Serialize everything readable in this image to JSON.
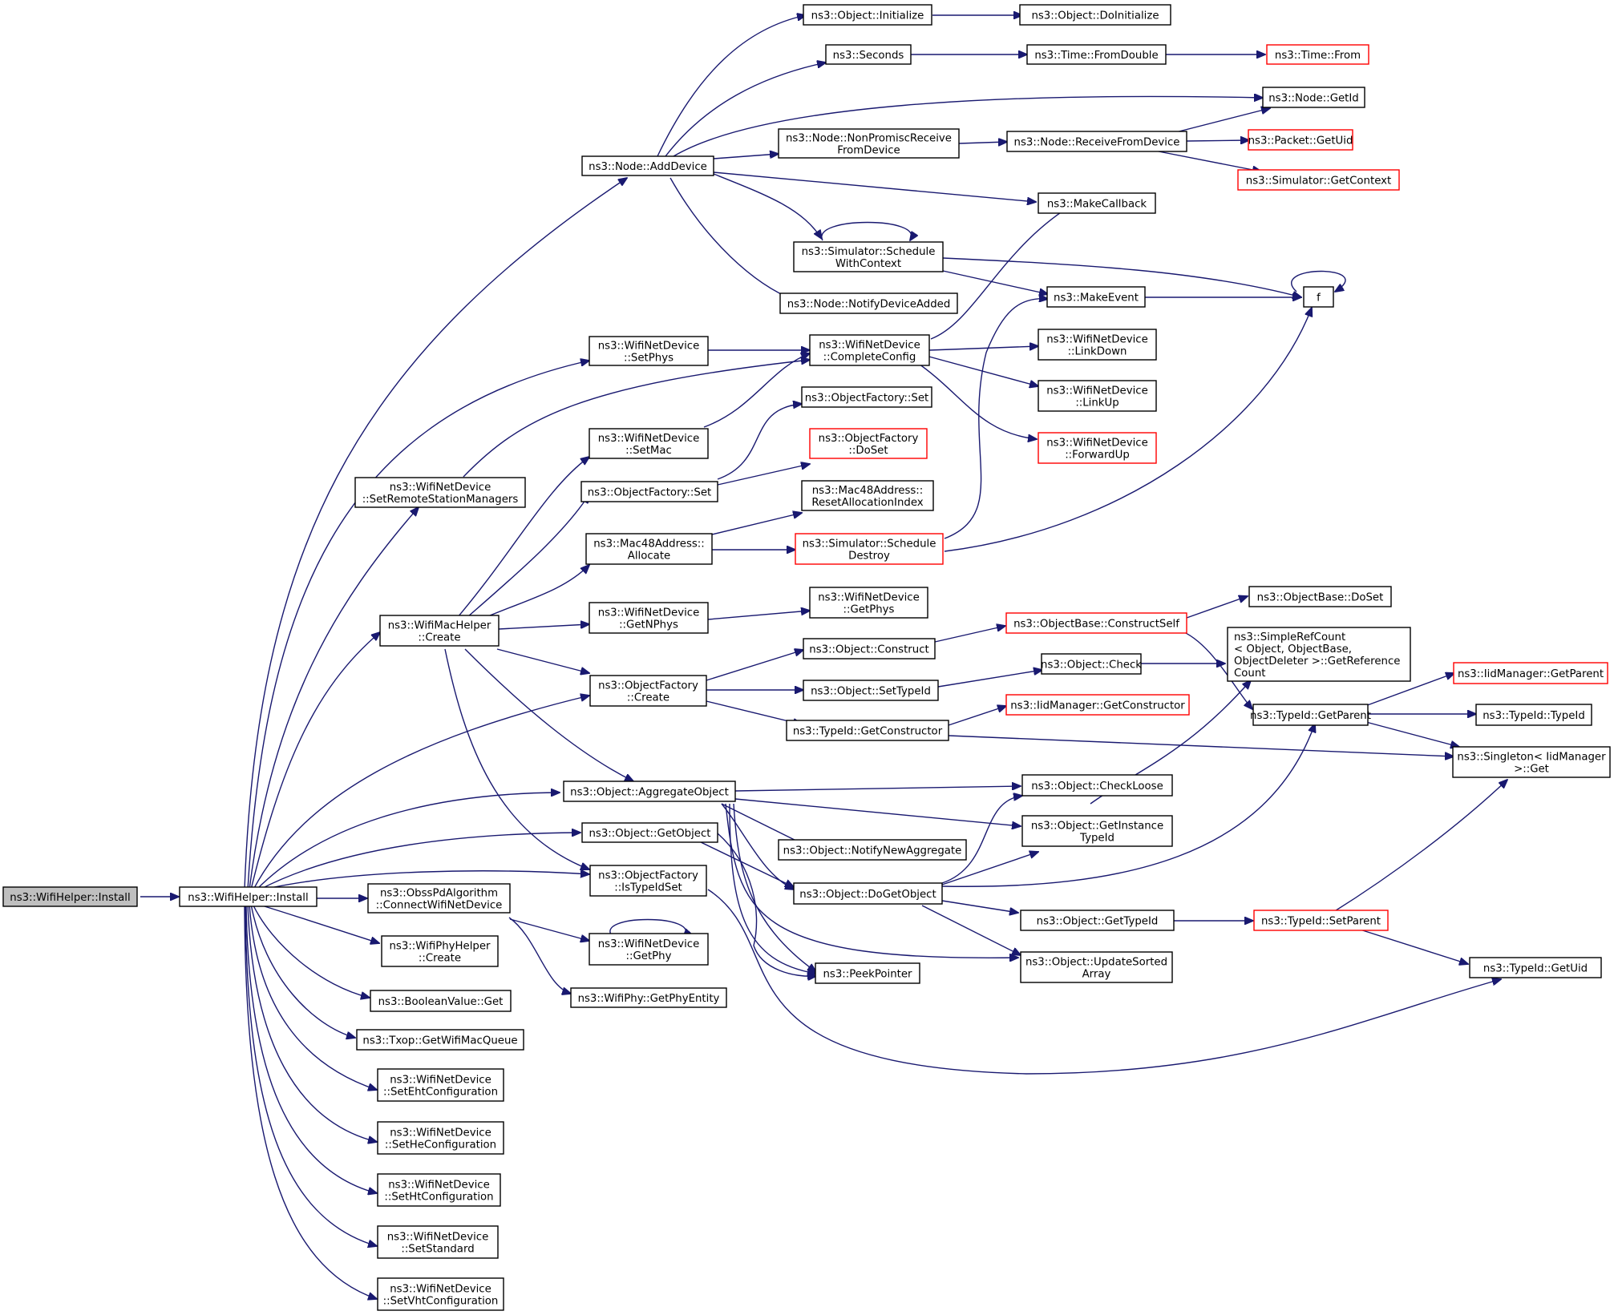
{
  "diagram": {
    "colors": {
      "edge": "#191970",
      "node_border": "#000000",
      "node_border_red": "#ff0000",
      "root_fill": "#bfbfbf",
      "node_fill": "#ffffff",
      "text": "#000000"
    },
    "nodes": [
      {
        "id": "root",
        "lines": [
          "ns3::WifiHelper::Install"
        ],
        "style": "root"
      },
      {
        "id": "install",
        "lines": [
          "ns3::WifiHelper::Install"
        ],
        "style": "normal"
      },
      {
        "id": "adddevice",
        "lines": [
          "ns3::Node::AddDevice"
        ],
        "style": "normal"
      },
      {
        "id": "initialize",
        "lines": [
          "ns3::Object::Initialize"
        ],
        "style": "normal"
      },
      {
        "id": "doinitialize",
        "lines": [
          "ns3::Object::DoInitialize"
        ],
        "style": "normal"
      },
      {
        "id": "seconds",
        "lines": [
          "ns3::Seconds"
        ],
        "style": "normal"
      },
      {
        "id": "fromdouble",
        "lines": [
          "ns3::Time::FromDouble"
        ],
        "style": "normal"
      },
      {
        "id": "timefrom",
        "lines": [
          "ns3::Time::From"
        ],
        "style": "red"
      },
      {
        "id": "getid",
        "lines": [
          "ns3::Node::GetId"
        ],
        "style": "normal"
      },
      {
        "id": "nonpromisc",
        "lines": [
          "ns3::Node::NonPromiscReceive",
          "FromDevice"
        ],
        "style": "normal"
      },
      {
        "id": "receivefrom",
        "lines": [
          "ns3::Node::ReceiveFromDevice"
        ],
        "style": "normal"
      },
      {
        "id": "getuid",
        "lines": [
          "ns3::Packet::GetUid"
        ],
        "style": "red"
      },
      {
        "id": "getcontext",
        "lines": [
          "ns3::Simulator::GetContext"
        ],
        "style": "red"
      },
      {
        "id": "makecallback",
        "lines": [
          "ns3::MakeCallback"
        ],
        "style": "normal"
      },
      {
        "id": "schedwctx",
        "lines": [
          "ns3::Simulator::Schedule",
          "WithContext"
        ],
        "style": "normal"
      },
      {
        "id": "f",
        "lines": [
          "f"
        ],
        "style": "normal"
      },
      {
        "id": "makeevent",
        "lines": [
          "ns3::MakeEvent"
        ],
        "style": "normal"
      },
      {
        "id": "notifyadded",
        "lines": [
          "ns3::Node::NotifyDeviceAdded"
        ],
        "style": "normal"
      },
      {
        "id": "setphys",
        "lines": [
          "ns3::WifiNetDevice",
          "::SetPhys"
        ],
        "style": "normal"
      },
      {
        "id": "completecfg",
        "lines": [
          "ns3::WifiNetDevice",
          "::CompleteConfig"
        ],
        "style": "normal"
      },
      {
        "id": "linkdown",
        "lines": [
          "ns3::WifiNetDevice",
          "::LinkDown"
        ],
        "style": "normal"
      },
      {
        "id": "linkup",
        "lines": [
          "ns3::WifiNetDevice",
          "::LinkUp"
        ],
        "style": "normal"
      },
      {
        "id": "forwardup",
        "lines": [
          "ns3::WifiNetDevice",
          "::ForwardUp"
        ],
        "style": "red"
      },
      {
        "id": "ofset_top",
        "lines": [
          "ns3::ObjectFactory::Set"
        ],
        "style": "normal"
      },
      {
        "id": "setmac",
        "lines": [
          "ns3::WifiNetDevice",
          "::SetMac"
        ],
        "style": "normal"
      },
      {
        "id": "ofdoset",
        "lines": [
          "ns3::ObjectFactory",
          "::DoSet"
        ],
        "style": "red"
      },
      {
        "id": "setremote",
        "lines": [
          "ns3::WifiNetDevice",
          "::SetRemoteStationManagers"
        ],
        "style": "normal"
      },
      {
        "id": "ofset",
        "lines": [
          "ns3::ObjectFactory::Set"
        ],
        "style": "normal"
      },
      {
        "id": "resetalloc",
        "lines": [
          "ns3::Mac48Address::",
          "ResetAllocationIndex"
        ],
        "style": "normal"
      },
      {
        "id": "allocate",
        "lines": [
          "ns3::Mac48Address::",
          "Allocate"
        ],
        "style": "normal"
      },
      {
        "id": "scheddestroy",
        "lines": [
          "ns3::Simulator::Schedule",
          "Destroy"
        ],
        "style": "red"
      },
      {
        "id": "getnphys",
        "lines": [
          "ns3::WifiNetDevice",
          "::GetNPhys"
        ],
        "style": "normal"
      },
      {
        "id": "getphys",
        "lines": [
          "ns3::WifiNetDevice",
          "::GetPhys"
        ],
        "style": "normal"
      },
      {
        "id": "objbasedoset",
        "lines": [
          "ns3::ObjectBase::DoSet"
        ],
        "style": "normal"
      },
      {
        "id": "macheplercreate",
        "lines": [
          "ns3::WifiMacHelper",
          "::Create"
        ],
        "style": "normal"
      },
      {
        "id": "constructself",
        "lines": [
          "ns3::ObjectBase::ConstructSelf"
        ],
        "style": "red"
      },
      {
        "id": "objconstruct",
        "lines": [
          "ns3::Object::Construct"
        ],
        "style": "normal"
      },
      {
        "id": "simplerefcount",
        "lines": [
          "ns3::SimpleRefCount",
          "< Object, ObjectBase,",
          "ObjectDeleter >::GetReference",
          "Count"
        ],
        "style": "normal",
        "align": "left"
      },
      {
        "id": "objcheck",
        "lines": [
          "ns3::Object::Check"
        ],
        "style": "normal"
      },
      {
        "id": "ofcreate",
        "lines": [
          "ns3::ObjectFactory",
          "::Create"
        ],
        "style": "normal"
      },
      {
        "id": "settypeid",
        "lines": [
          "ns3::Object::SetTypeId"
        ],
        "style": "normal"
      },
      {
        "id": "iidgetparent",
        "lines": [
          "ns3::IidManager::GetParent"
        ],
        "style": "red"
      },
      {
        "id": "iidgetctor",
        "lines": [
          "ns3::IidManager::GetConstructor"
        ],
        "style": "red"
      },
      {
        "id": "typeidgetparent",
        "lines": [
          "ns3::TypeId::GetParent"
        ],
        "style": "normal"
      },
      {
        "id": "typeidtypeid",
        "lines": [
          "ns3::TypeId::TypeId"
        ],
        "style": "normal"
      },
      {
        "id": "typeidgetctor",
        "lines": [
          "ns3::TypeId::GetConstructor"
        ],
        "style": "normal"
      },
      {
        "id": "singleton",
        "lines": [
          "ns3::Singleton< IidManager",
          ">::Get"
        ],
        "style": "normal"
      },
      {
        "id": "aggregate",
        "lines": [
          "ns3::Object::AggregateObject"
        ],
        "style": "normal"
      },
      {
        "id": "checkloose",
        "lines": [
          "ns3::Object::CheckLoose"
        ],
        "style": "normal"
      },
      {
        "id": "getobject",
        "lines": [
          "ns3::Object::GetObject"
        ],
        "style": "normal"
      },
      {
        "id": "getinstance",
        "lines": [
          "ns3::Object::GetInstance",
          "TypeId"
        ],
        "style": "normal"
      },
      {
        "id": "notifynewagg",
        "lines": [
          "ns3::Object::NotifyNewAggregate"
        ],
        "style": "normal"
      },
      {
        "id": "istypeidset",
        "lines": [
          "ns3::ObjectFactory",
          "::IsTypeIdSet"
        ],
        "style": "normal"
      },
      {
        "id": "dogetobject",
        "lines": [
          "ns3::Object::DoGetObject"
        ],
        "style": "normal"
      },
      {
        "id": "obsspd",
        "lines": [
          "ns3::ObssPdAlgorithm",
          "::ConnectWifiNetDevice"
        ],
        "style": "normal"
      },
      {
        "id": "gettypeid",
        "lines": [
          "ns3::Object::GetTypeId"
        ],
        "style": "normal"
      },
      {
        "id": "setparent",
        "lines": [
          "ns3::TypeId::SetParent"
        ],
        "style": "red"
      },
      {
        "id": "getphy",
        "lines": [
          "ns3::WifiNetDevice",
          "::GetPhy"
        ],
        "style": "normal"
      },
      {
        "id": "phyhelpercreate",
        "lines": [
          "ns3::WifiPhyHelper",
          "::Create"
        ],
        "style": "normal"
      },
      {
        "id": "updatesorted",
        "lines": [
          "ns3::Object::UpdateSorted",
          "Array"
        ],
        "style": "normal"
      },
      {
        "id": "typeidgetuid",
        "lines": [
          "ns3::TypeId::GetUid"
        ],
        "style": "normal"
      },
      {
        "id": "peekpointer",
        "lines": [
          "ns3::PeekPointer"
        ],
        "style": "normal"
      },
      {
        "id": "booleanget",
        "lines": [
          "ns3::BooleanValue::Get"
        ],
        "style": "normal"
      },
      {
        "id": "getphyentity",
        "lines": [
          "ns3::WifiPhy::GetPhyEntity"
        ],
        "style": "normal"
      },
      {
        "id": "txopqueue",
        "lines": [
          "ns3::Txop::GetWifiMacQueue"
        ],
        "style": "normal"
      },
      {
        "id": "setehtcfg",
        "lines": [
          "ns3::WifiNetDevice",
          "::SetEhtConfiguration"
        ],
        "style": "normal"
      },
      {
        "id": "sethecfg",
        "lines": [
          "ns3::WifiNetDevice",
          "::SetHeConfiguration"
        ],
        "style": "normal"
      },
      {
        "id": "sethtcfg",
        "lines": [
          "ns3::WifiNetDevice",
          "::SetHtConfiguration"
        ],
        "style": "normal"
      },
      {
        "id": "setstandard",
        "lines": [
          "ns3::WifiNetDevice",
          "::SetStandard"
        ],
        "style": "normal"
      },
      {
        "id": "setvhtcfg",
        "lines": [
          "ns3::WifiNetDevice",
          "::SetVhtConfiguration"
        ],
        "style": "normal"
      }
    ]
  }
}
